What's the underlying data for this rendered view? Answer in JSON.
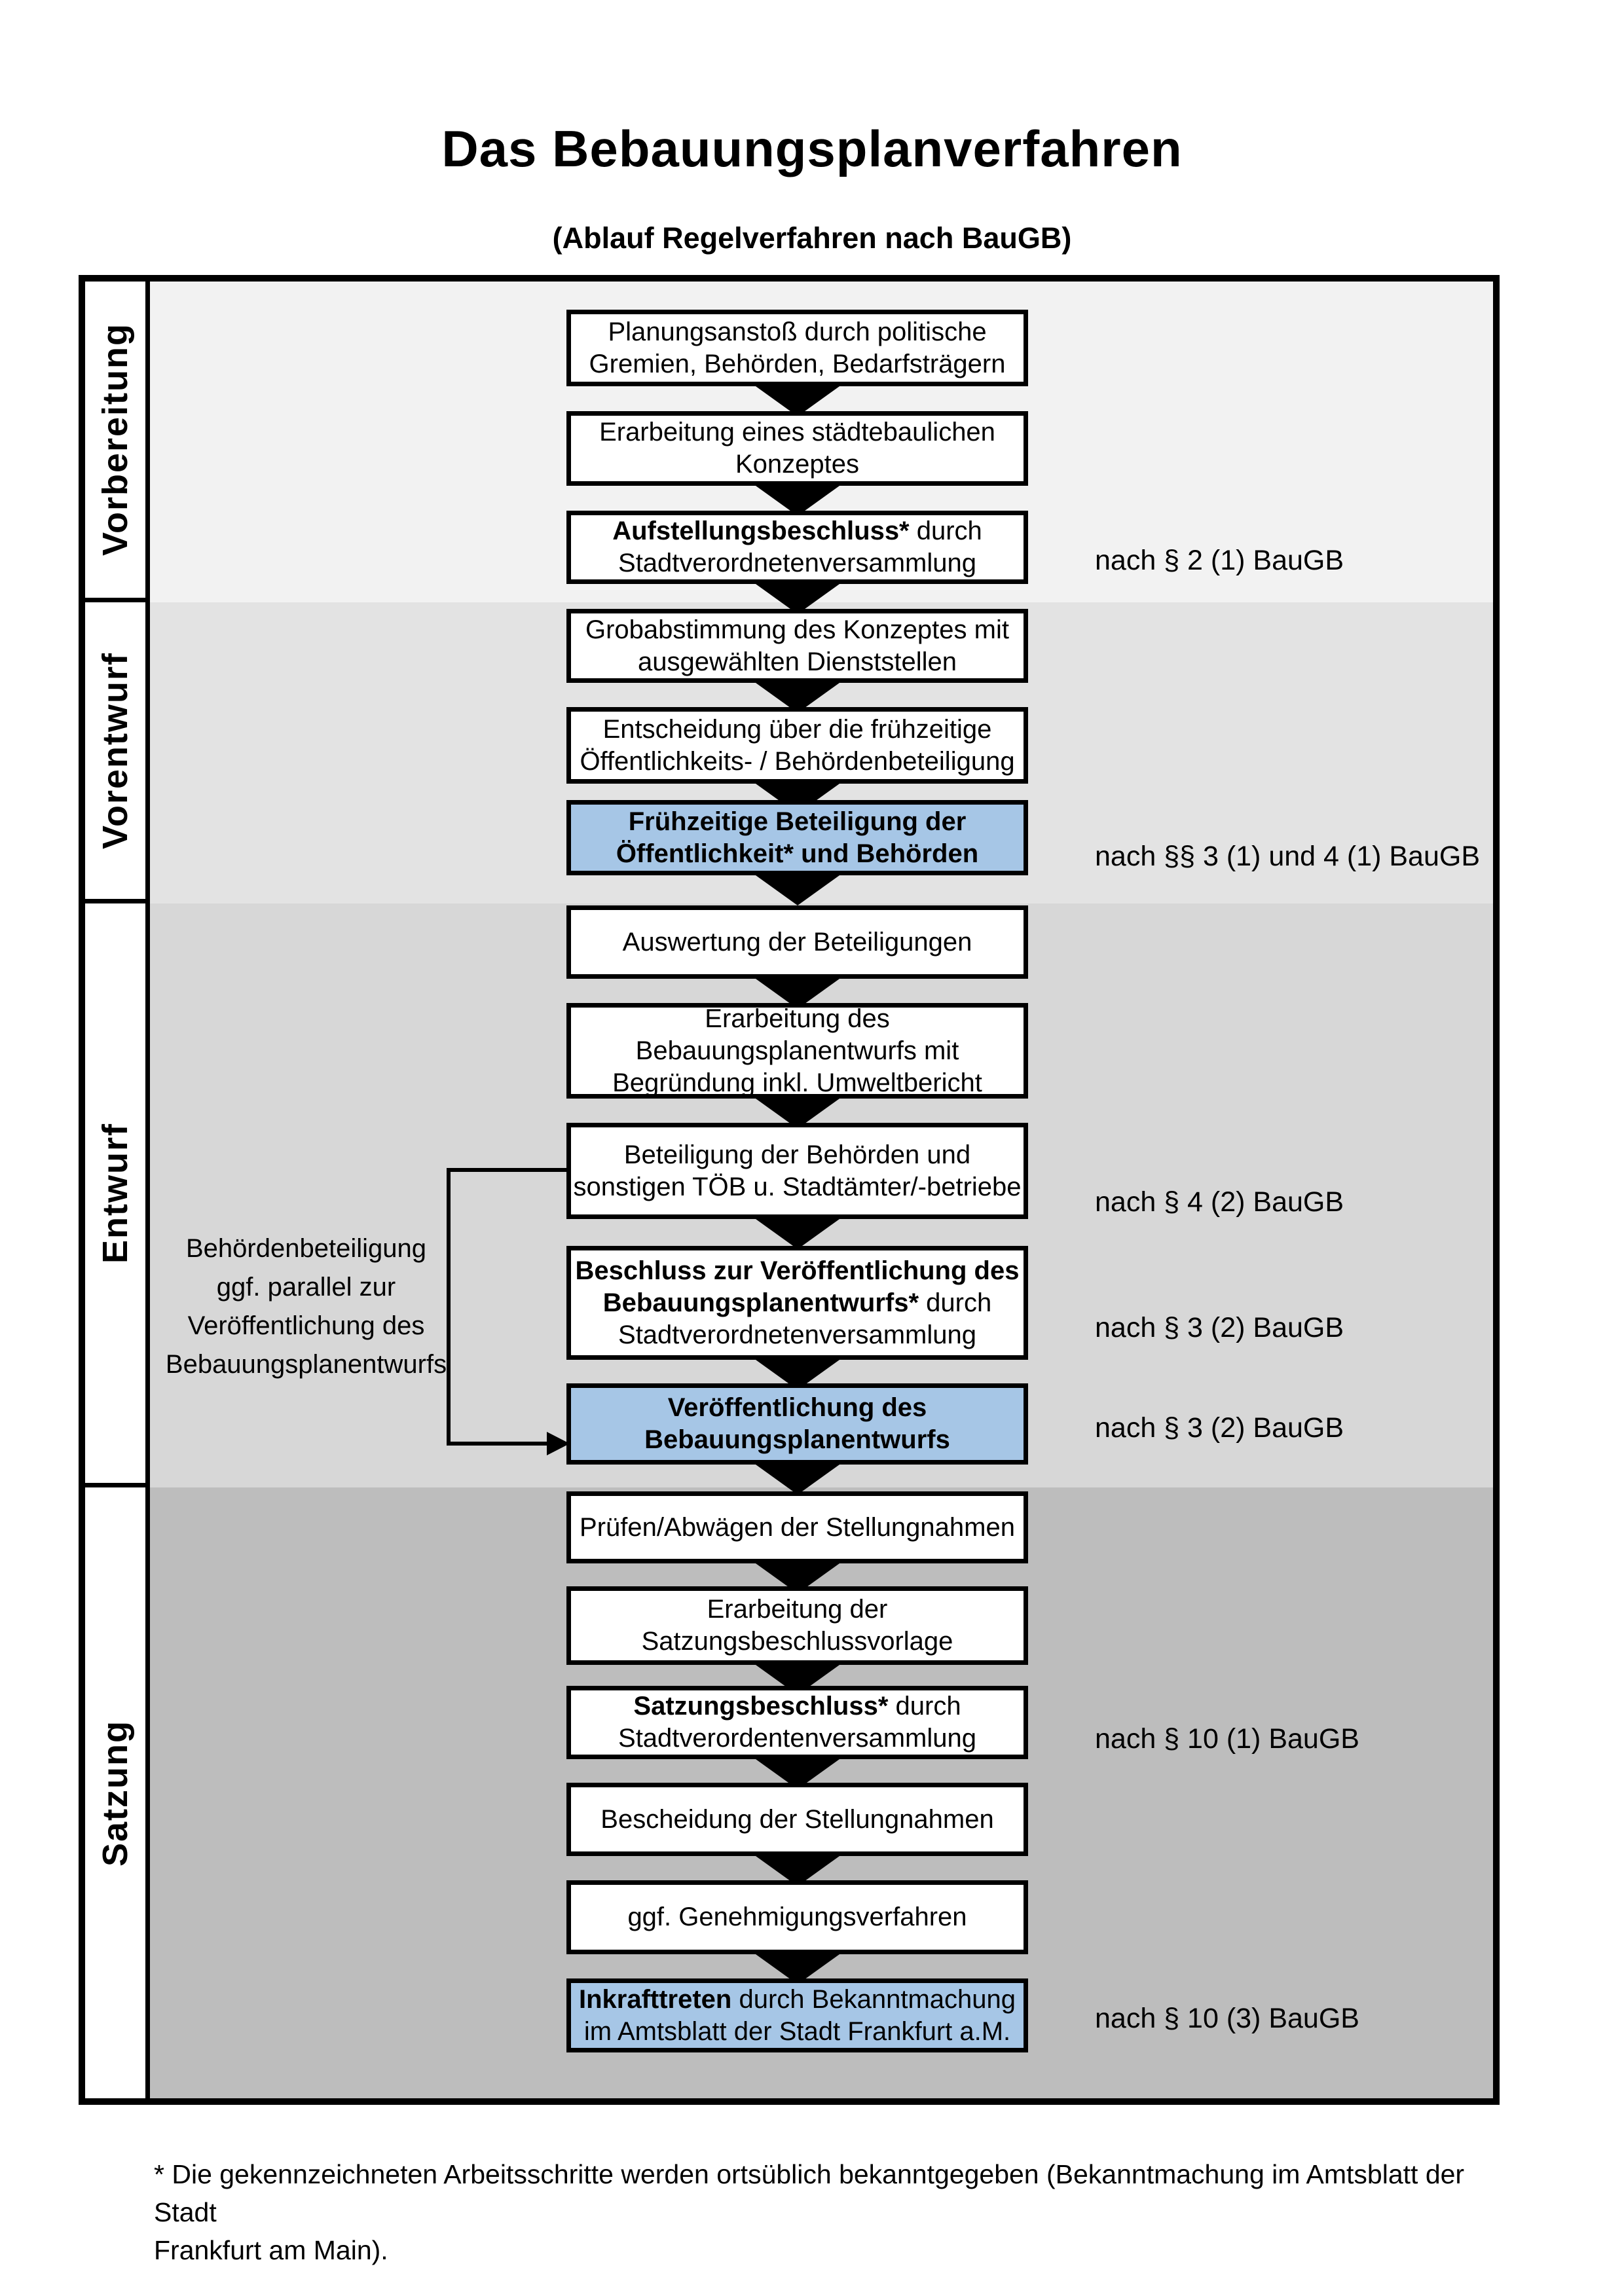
{
  "title": "Das Bebauungsplanverfahren",
  "subtitle": "(Ablauf Regelverfahren nach BauGB)",
  "colors": {
    "highlight_box": "#a6c6e6",
    "band_vorbereitung": "#f2f2f2",
    "band_vorentwurf": "#e3e3e3",
    "band_entwurf": "#d7d7d7",
    "band_satzung": "#bdbdbd",
    "box_border": "#000000"
  },
  "phases": [
    {
      "label": "Vorbereitung"
    },
    {
      "label": "Vorentwurf"
    },
    {
      "label": "Entwurf"
    },
    {
      "label": "Satzung"
    }
  ],
  "boxes": [
    {
      "highlight": false,
      "lines": [
        {
          "b": "",
          "t": "Planungsanstoß durch politische"
        },
        {
          "b": "",
          "t": "Gremien, Behörden, Bedarfsträgern"
        }
      ]
    },
    {
      "highlight": false,
      "lines": [
        {
          "b": "",
          "t": "Erarbeitung eines städtebaulichen"
        },
        {
          "b": "",
          "t": "Konzeptes"
        }
      ]
    },
    {
      "highlight": false,
      "lines": [
        {
          "b": "Aufstellungsbeschluss*",
          "t": " durch"
        },
        {
          "b": "",
          "t": "Stadtverordnetenversammlung"
        }
      ]
    },
    {
      "highlight": false,
      "lines": [
        {
          "b": "",
          "t": "Grobabstimmung des Konzeptes mit"
        },
        {
          "b": "",
          "t": "ausgewählten Dienststellen"
        }
      ]
    },
    {
      "highlight": false,
      "lines": [
        {
          "b": "",
          "t": "Entscheidung über die frühzeitige"
        },
        {
          "b": "",
          "t": "Öffentlichkeits- / Behördenbeteiligung"
        }
      ]
    },
    {
      "highlight": true,
      "lines": [
        {
          "b": "Frühzeitige Beteiligung der",
          "t": ""
        },
        {
          "b": "Öffentlichkeit* und Behörden",
          "t": ""
        }
      ]
    },
    {
      "highlight": false,
      "lines": [
        {
          "b": "",
          "t": "Auswertung der Beteiligungen"
        }
      ]
    },
    {
      "highlight": false,
      "lines": [
        {
          "b": "",
          "t": "Erarbeitung des"
        },
        {
          "b": "",
          "t": "Bebauungsplanentwurfs mit"
        },
        {
          "b": "",
          "t": "Begründung inkl. Umweltbericht"
        }
      ]
    },
    {
      "highlight": false,
      "lines": [
        {
          "b": "",
          "t": "Beteiligung der Behörden und"
        },
        {
          "b": "",
          "t": "sonstigen TÖB u. Stadtämter/-betriebe"
        }
      ]
    },
    {
      "highlight": false,
      "lines": [
        {
          "b": "Beschluss zur Veröffentlichung des",
          "t": ""
        },
        {
          "b": "Bebauungsplanentwurfs*",
          "t": " durch"
        },
        {
          "b": "",
          "t": "Stadtverordnetenversammlung"
        }
      ]
    },
    {
      "highlight": true,
      "lines": [
        {
          "b": "Veröffentlichung des",
          "t": ""
        },
        {
          "b": "Bebauungsplanentwurfs",
          "t": ""
        }
      ]
    },
    {
      "highlight": false,
      "lines": [
        {
          "b": "",
          "t": "Prüfen/Abwägen der Stellungnahmen"
        }
      ]
    },
    {
      "highlight": false,
      "lines": [
        {
          "b": "",
          "t": "Erarbeitung der"
        },
        {
          "b": "",
          "t": "Satzungsbeschlussvorlage"
        }
      ]
    },
    {
      "highlight": false,
      "lines": [
        {
          "b": "Satzungsbeschluss*",
          "t": " durch"
        },
        {
          "b": "",
          "t": "Stadtverordentenversammlung"
        }
      ]
    },
    {
      "highlight": false,
      "lines": [
        {
          "b": "",
          "t": "Bescheidung der Stellungnahmen"
        }
      ]
    },
    {
      "highlight": false,
      "lines": [
        {
          "b": "",
          "t": "ggf. Genehmigungsverfahren"
        }
      ]
    },
    {
      "highlight": true,
      "lines": [
        {
          "b": "Inkrafttreten",
          "t": " durch Bekanntmachung"
        },
        {
          "b": "",
          "t": "im Amtsblatt der Stadt Frankfurt a.M."
        }
      ]
    }
  ],
  "references": [
    {
      "text": "nach § 2 (1) BauGB"
    },
    {
      "text": "nach §§ 3 (1) und 4 (1) BauGB"
    },
    {
      "text": "nach § 4 (2) BauGB"
    },
    {
      "text": "nach § 3 (2) BauGB"
    },
    {
      "text": "nach § 3 (2) BauGB"
    },
    {
      "text": "nach § 10 (1) BauGB"
    },
    {
      "text": "nach § 10 (3) BauGB"
    }
  ],
  "side_note": {
    "line1": "Behördenbeteiligung",
    "line2": "ggf. parallel zur",
    "line3": "Veröffentlichung des",
    "line4": "Bebauungsplanentwurfs"
  },
  "footnote": {
    "line1": "* Die gekennzeichneten Arbeitsschritte werden ortsüblich bekanntgegeben (Bekanntmachung im Amtsblatt  der Stadt",
    "line2": "Frankfurt am Main)."
  }
}
